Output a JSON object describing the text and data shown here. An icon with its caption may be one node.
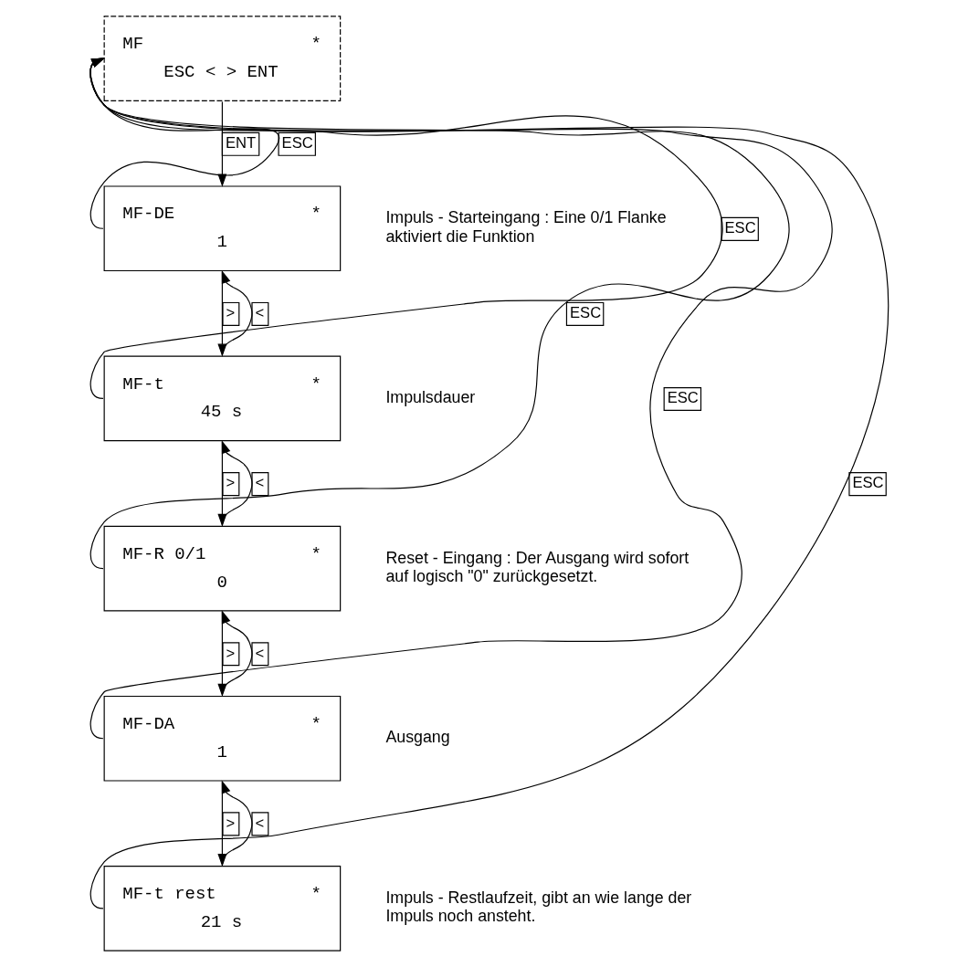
{
  "diagram": {
    "nodes": [
      {
        "text": [
          "MF",
          "*",
          "ESC < > ENT"
        ]
      },
      {
        "text": [
          "MF-DE",
          "*",
          "1"
        ],
        "beside": [
          "Impuls - Starteingang : Eine 0/1 Flanke aktiviert die Funktion"
        ]
      },
      {
        "text": [
          "MF-t",
          "*",
          "45 s"
        ],
        "beside": [
          "Impulsdauer"
        ]
      },
      {
        "text": [
          "MF-R 0/1",
          "*",
          "0"
        ],
        "beside": [
          "Reset - Eingang : Der Ausgang wird sofort auf logisch \"0\" zurückgesetzt."
        ]
      },
      {
        "text": [
          "MF-DA",
          "*",
          "1"
        ],
        "beside": [
          "Ausgang"
        ]
      },
      {
        "text": [
          "MF-t rest",
          "*",
          "21 s"
        ],
        "beside": [
          "Impuls - Restlaufzeit, gibt an wie lange der Impuls noch ansteht."
        ]
      }
    ],
    "edges": [
      {
        "from": 0,
        "to": 1,
        "arrow": "to",
        "label": "ENT"
      },
      {
        "from": 1,
        "to": 0,
        "arrow": "to",
        "label": "ESC"
      },
      {
        "from": 2,
        "to": 1,
        "arrow": "to",
        "label": "<"
      },
      {
        "from": 1,
        "to": 2,
        "arrow": "to",
        "label": ">"
      },
      {
        "from": 2,
        "to": 0,
        "arrow": "to",
        "label": "ESC"
      },
      {
        "from": 3,
        "to": 2,
        "arrow": "to",
        "label": "<"
      },
      {
        "from": 2,
        "to": 3,
        "arrow": "to",
        "label": ">"
      },
      {
        "from": 3,
        "to": 0,
        "arrow": "to",
        "label": "ESC"
      },
      {
        "from": 4,
        "to": 3,
        "arrow": "to",
        "label": "<"
      },
      {
        "from": 3,
        "to": 4,
        "arrow": "to",
        "label": ">"
      },
      {
        "from": 4,
        "to": 0,
        "arrow": "to",
        "label": "ESC"
      },
      {
        "from": 5,
        "to": 4,
        "arrow": "to",
        "label": "<"
      },
      {
        "from": 4,
        "to": 5,
        "arrow": "to",
        "label": ">"
      },
      {
        "from": 5,
        "to": 0,
        "arrow": "to",
        "label": "ESC"
      }
    ]
  }
}
